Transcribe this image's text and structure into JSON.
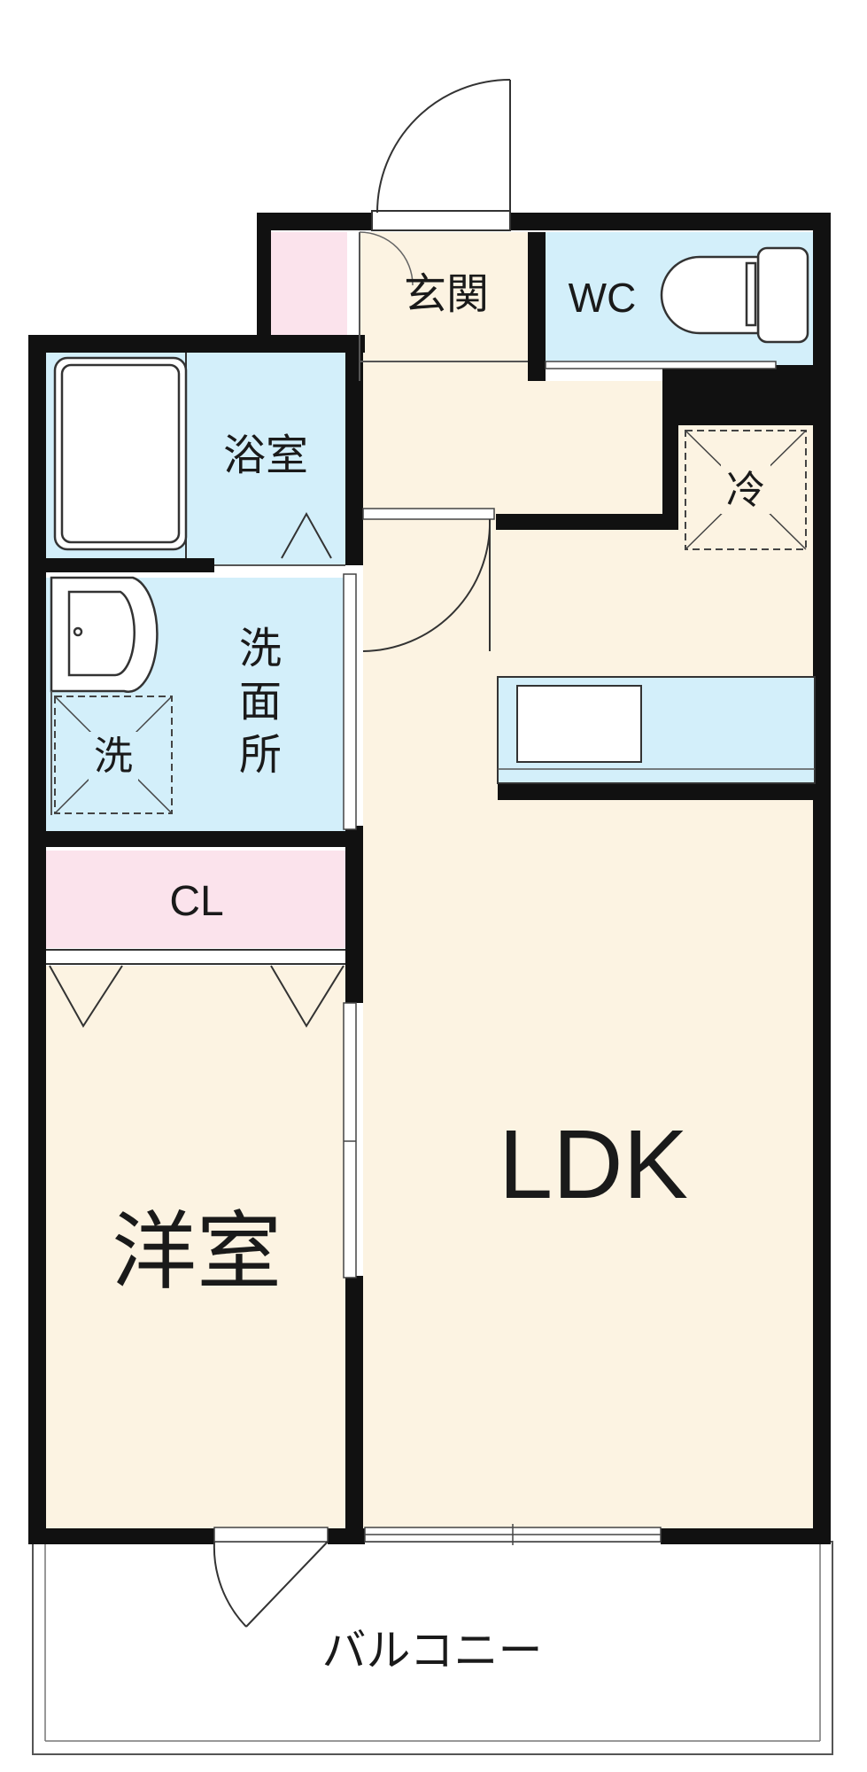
{
  "rooms": {
    "genkan": "玄関",
    "wc": "WC",
    "bath": "浴室",
    "washroom": [
      "洗",
      "面",
      "所"
    ],
    "washer": "洗",
    "fridge": "冷",
    "closet": "CL",
    "western_room": "洋室",
    "ldk": "LDK",
    "balcony": "バルコニー"
  },
  "colors": {
    "wall": "#111111",
    "floor_wood": "#fcf3e2",
    "floor_wet": "#d3effa",
    "storage": "#fbe3ec",
    "balcony": "#ffffff"
  }
}
